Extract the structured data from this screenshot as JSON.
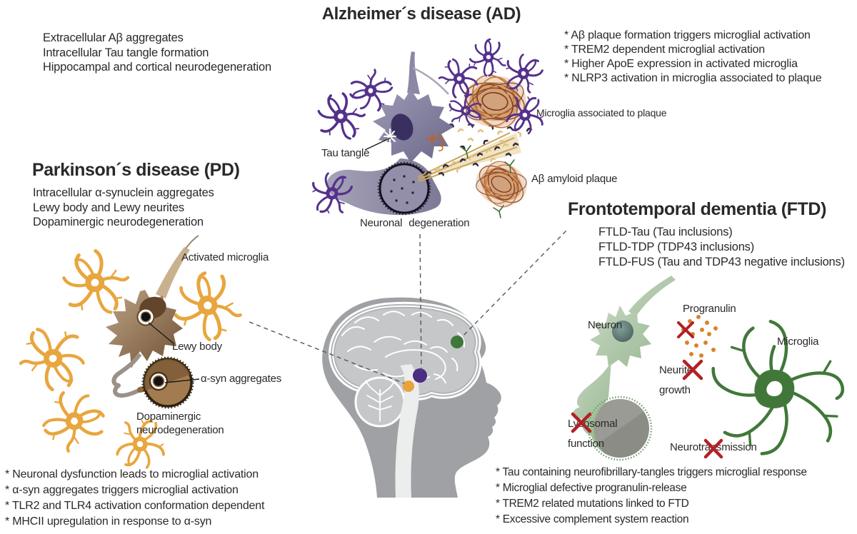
{
  "figure": {
    "type": "scientific-diagram",
    "topic": "Microglia in neurodegenerative diseases"
  },
  "palette": {
    "text": "#2b2829",
    "ad_microglia_purple": "#54318c",
    "ad_neuron_gray_purple": "#8b88a5",
    "plaque_orange": "#b05a20",
    "pd_microglia_orange": "#e8a63e",
    "pd_neuron_brown": "#8d6e4f",
    "ftd_neuron_light_green": "#b6cab1",
    "ftd_microglia_green": "#41783a",
    "progranulin_orange": "#d9822a",
    "inhibition_red": "#b22025",
    "brain_gray": "#9fa1a4",
    "dot_ad": "#4b2d83",
    "dot_pd": "#e8a33d",
    "dot_ftd": "#3d7a38"
  },
  "ad": {
    "title": "Alzheimer´s disease (AD)",
    "features": [
      "Extracellular Aβ aggregates",
      "Intracellular Tau tangle formation",
      "Hippocampal and cortical neurodegeneration"
    ],
    "facts": [
      "* Aβ plaque formation triggers microglial activation",
      "* TREM2 dependent microglial activation",
      "* Higher ApoE expression in activated microglia",
      "* NLRP3 activation in microglia associated to plaque"
    ],
    "labels": {
      "tau_tangle": "Tau tangle",
      "microglia_plaque": "Microglia associated to plaque",
      "amyloid_plaque": "Aβ amyloid plaque",
      "neuronal_degeneration": "Neuronal degeneration"
    }
  },
  "pd": {
    "title": "Parkinson´s disease (PD)",
    "features": [
      "Intracellular α-synuclein aggregates",
      "Lewy body and Lewy neurites",
      "Dopaminergic neurodegeneration"
    ],
    "facts": [
      "* Neuronal dysfunction leads to microglial activation",
      "* α-syn aggregates triggers microglial activation",
      "* TLR2 and TLR4 activation conformation dependent",
      "* MHCII upregulation in response to α-syn"
    ],
    "labels": {
      "activated_microglia": "Activated microglia",
      "lewy_body": "Lewy body",
      "asyn_aggregates": "α-syn aggregates",
      "dopaminergic_line1": "Dopaminergic",
      "dopaminergic_line2": "neurodegeneration"
    }
  },
  "ftd": {
    "title": "Frontotemporal dementia (FTD)",
    "subtypes": [
      "FTLD-Tau (Tau inclusions)",
      "FTLD-TDP (TDP43 inclusions)",
      "FTLD-FUS (Tau and TDP43 negative inclusions)"
    ],
    "facts": [
      "* Tau containing neurofibrillary-tangles triggers microglial response",
      "* Microglial defective progranulin-release",
      "* TREM2 related mutations linked to FTD",
      "* Excessive complement system reaction"
    ],
    "labels": {
      "neuron": "Neuron",
      "progranulin": "Progranulin",
      "microglia": "Microglia",
      "neurite_line1": "Neurite",
      "neurite_line2": "growth",
      "lysosomal_line1": "Lysosomal",
      "lysosomal_line2": "function",
      "neurotransmission": "Neurotransmission"
    }
  }
}
